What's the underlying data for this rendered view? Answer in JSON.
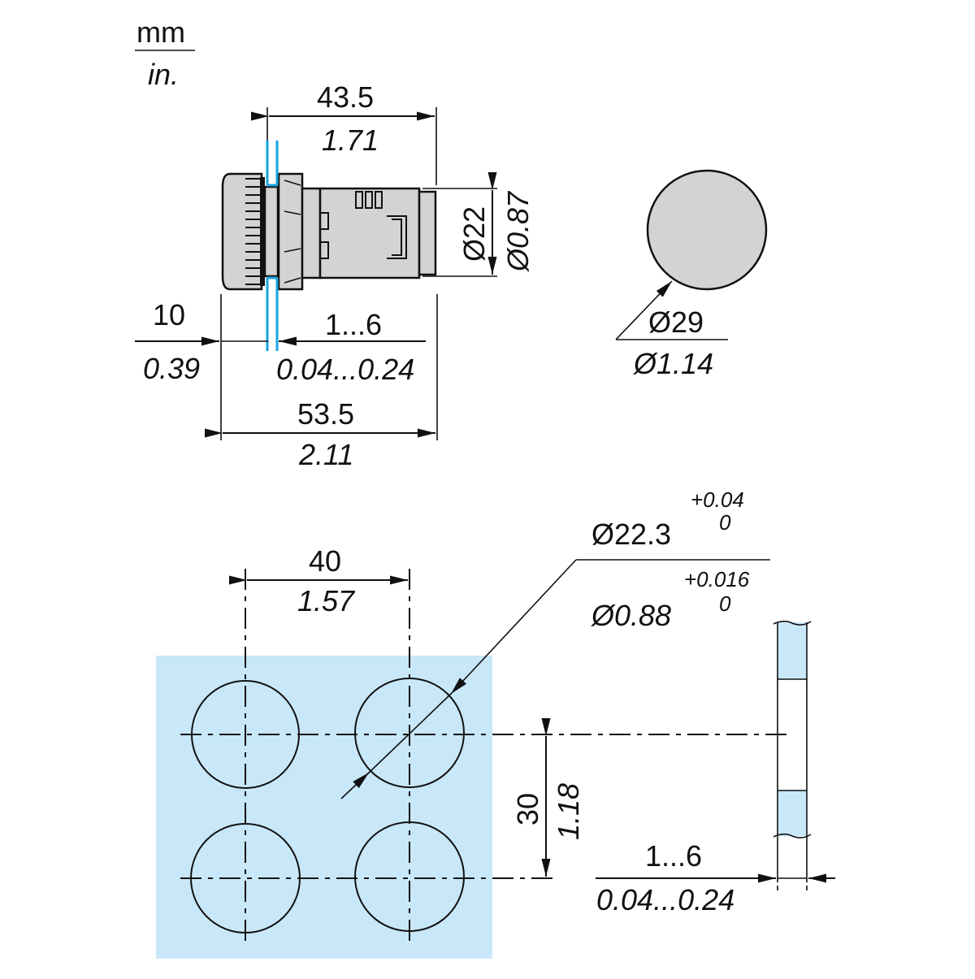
{
  "units": {
    "primary": "mm",
    "secondary": "in."
  },
  "side_view": {
    "overall_body_length": {
      "mm": "43.5",
      "in": "1.71"
    },
    "front_protrusion": {
      "mm": "10",
      "in": "0.39"
    },
    "panel_thickness": {
      "mm": "1...6",
      "in": "0.04...0.24"
    },
    "total_length": {
      "mm": "53.5",
      "in": "2.11"
    },
    "body_diameter": {
      "mm": "Ø22",
      "in": "Ø0.87"
    }
  },
  "front_view": {
    "bezel_diameter": {
      "mm": "Ø29",
      "in": "Ø1.14"
    }
  },
  "panel_cutout": {
    "hole_diameter": {
      "mm": "Ø22.3",
      "in": "Ø0.88"
    },
    "hole_tolerance_mm": {
      "upper": "+0.04",
      "lower": "0"
    },
    "hole_tolerance_in": {
      "upper": "+0.016",
      "lower": "0"
    },
    "horizontal_spacing": {
      "mm": "40",
      "in": "1.57"
    },
    "vertical_spacing": {
      "mm": "30",
      "in": "1.18"
    },
    "panel_thickness": {
      "mm": "1...6",
      "in": "0.04...0.24"
    }
  },
  "colors": {
    "panel_fill": "#c8e8fa",
    "part_fill": "#d3d3d3",
    "panel_edge_blue": "#1aa3e0",
    "line": "#111111"
  }
}
